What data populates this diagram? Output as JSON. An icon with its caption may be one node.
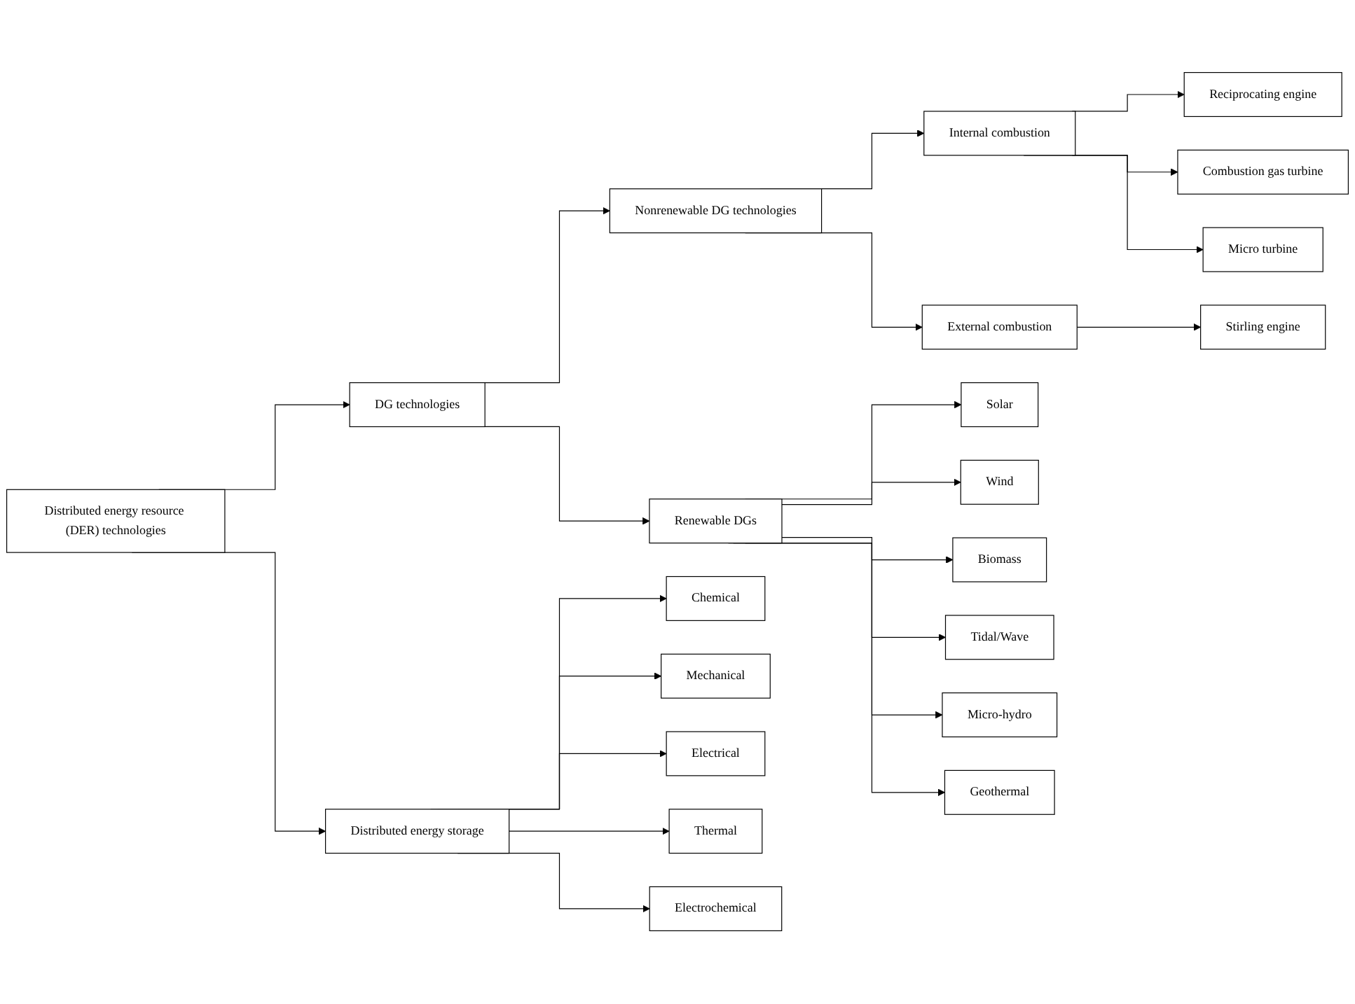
{
  "diagram": {
    "nodes": [
      {
        "text": [
          "Distributed energy resource (DER) technologies"
        ]
      },
      {
        "text": [
          "DG technologies"
        ]
      },
      {
        "text": [
          "Nonrenewable DG technologies"
        ]
      },
      {
        "text": [
          "Internal combustion"
        ]
      },
      {
        "text": [
          "External combustion"
        ]
      },
      {
        "text": [
          "Reciprocating engine"
        ]
      },
      {
        "text": [
          "Combustion gas turbine"
        ]
      },
      {
        "text": [
          "Micro turbine"
        ]
      },
      {
        "text": [
          "Stirling engine"
        ]
      },
      {
        "text": [
          "Renewable DGs"
        ]
      },
      {
        "text": [
          "Solar"
        ]
      },
      {
        "text": [
          "Wind"
        ]
      },
      {
        "text": [
          "Biomass"
        ]
      },
      {
        "text": [
          "Tidal/Wave"
        ]
      },
      {
        "text": [
          "Micro-hydro"
        ]
      },
      {
        "text": [
          "Geothermal"
        ]
      },
      {
        "text": [
          "Distributed energy storage"
        ]
      },
      {
        "text": [
          "Chemical"
        ]
      },
      {
        "text": [
          "Mechanical"
        ]
      },
      {
        "text": [
          "Electrical"
        ]
      },
      {
        "text": [
          "Thermal"
        ]
      },
      {
        "text": [
          "Electrochemical"
        ]
      }
    ],
    "edges": [
      {
        "from": 0,
        "to": 1,
        "arrow": "to"
      },
      {
        "from": 0,
        "to": 16,
        "arrow": "to"
      },
      {
        "from": 1,
        "to": 2,
        "arrow": "to"
      },
      {
        "from": 1,
        "to": 9,
        "arrow": "to"
      },
      {
        "from": 2,
        "to": 3,
        "arrow": "to"
      },
      {
        "from": 2,
        "to": 4,
        "arrow": "to"
      },
      {
        "from": 3,
        "to": 5,
        "arrow": "to"
      },
      {
        "from": 3,
        "to": 6,
        "arrow": "to"
      },
      {
        "from": 3,
        "to": 7,
        "arrow": "to"
      },
      {
        "from": 4,
        "to": 8,
        "arrow": "to"
      },
      {
        "from": 9,
        "to": 10,
        "arrow": "to"
      },
      {
        "from": 9,
        "to": 11,
        "arrow": "to"
      },
      {
        "from": 9,
        "to": 12,
        "arrow": "to"
      },
      {
        "from": 9,
        "to": 13,
        "arrow": "to"
      },
      {
        "from": 9,
        "to": 14,
        "arrow": "to"
      },
      {
        "from": 9,
        "to": 15,
        "arrow": "to"
      },
      {
        "from": 16,
        "to": 17,
        "arrow": "to"
      },
      {
        "from": 16,
        "to": 18,
        "arrow": "to"
      },
      {
        "from": 16,
        "to": 19,
        "arrow": "to"
      },
      {
        "from": 16,
        "to": 20,
        "arrow": "to"
      },
      {
        "from": 16,
        "to": 21,
        "arrow": "to"
      }
    ]
  }
}
